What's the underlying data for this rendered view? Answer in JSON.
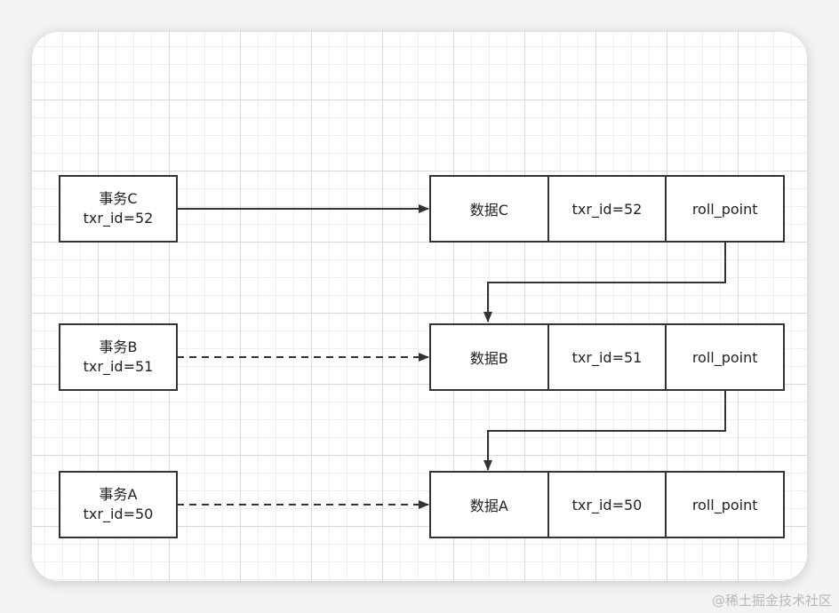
{
  "transactions": [
    {
      "name": "事务C",
      "txr": "txr_id=52"
    },
    {
      "name": "事务B",
      "txr": "txr_id=51"
    },
    {
      "name": "事务A",
      "txr": "txr_id=50"
    }
  ],
  "records": [
    {
      "data": "数据C",
      "txr": "txr_id=52",
      "roll": "roll_point"
    },
    {
      "data": "数据B",
      "txr": "txr_id=51",
      "roll": "roll_point"
    },
    {
      "data": "数据A",
      "txr": "txr_id=50",
      "roll": "roll_point"
    }
  ],
  "watermark": "@稀土掘金技术社区"
}
